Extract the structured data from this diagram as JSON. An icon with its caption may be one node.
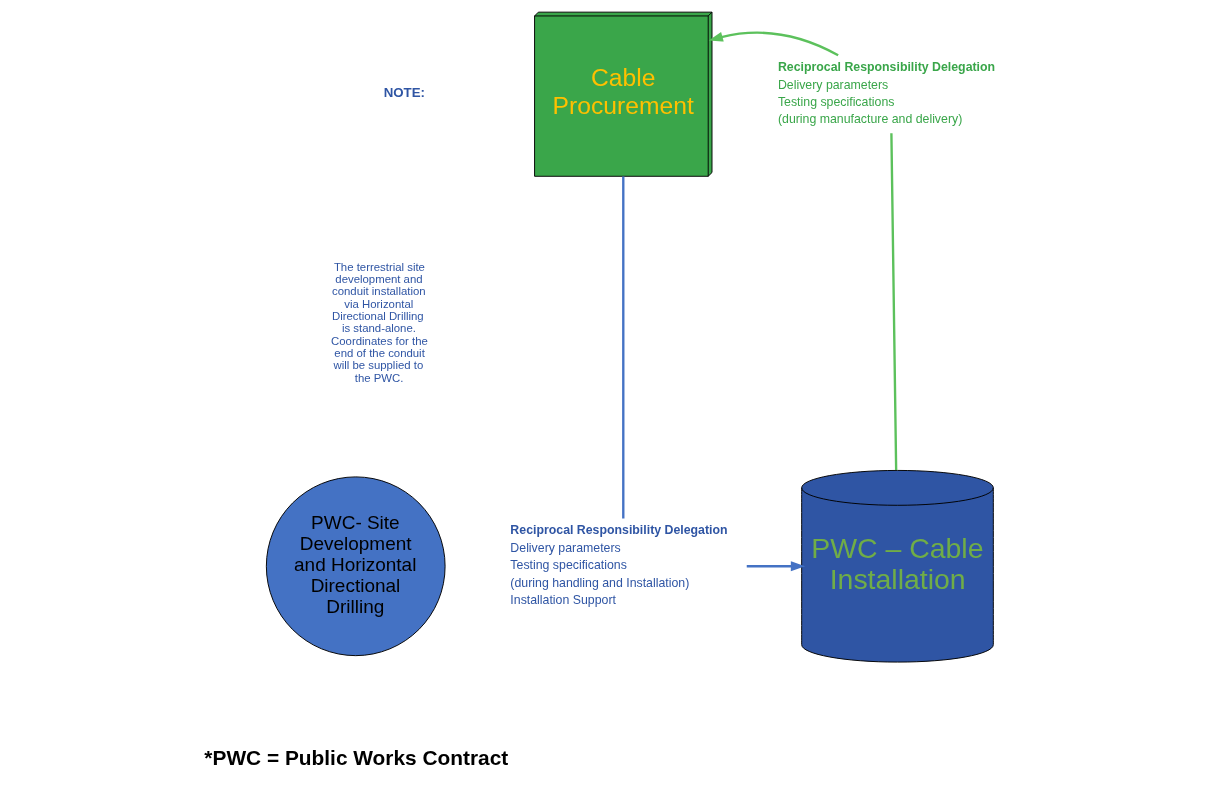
{
  "diagram": {
    "nodes": [
      {
        "text": [
          "Cable Procurement"
        ]
      },
      {
        "text": [
          "Reciprocal Responsibility Delegation",
          "Delivery parameters",
          "Testing specifications",
          "(during manufacture and delivery)"
        ]
      },
      {
        "text": [
          "Reciprocal Responsibility Delegation",
          "Delivery parameters",
          "Testing specifications",
          "(during handling and Installation)",
          "Installation Support"
        ]
      },
      {
        "text": [
          "PWC – Cable Installation"
        ]
      },
      {
        "text": [
          "PWC- Site Development and Horizontal Directional Drilling"
        ]
      }
    ],
    "edges": [
      {
        "from": 3,
        "to": 1,
        "arrow": "none",
        "color": "#5cc15c"
      },
      {
        "from": 1,
        "to": 0,
        "arrow": "to",
        "color": "#5cc15c"
      },
      {
        "from": 0,
        "to": 2,
        "arrow": "none",
        "color": "#4472c4"
      },
      {
        "from": 2,
        "to": 3,
        "arrow": "to",
        "color": "#4472c4"
      }
    ],
    "labels": [
      "NOTE:",
      "The terrestrial site development and conduit installation via Horizontal Directional Drilling is stand-alone. Coordinates for the end of the conduit will be supplied to the PWC.",
      "*PWC = Public Works Contract"
    ]
  }
}
